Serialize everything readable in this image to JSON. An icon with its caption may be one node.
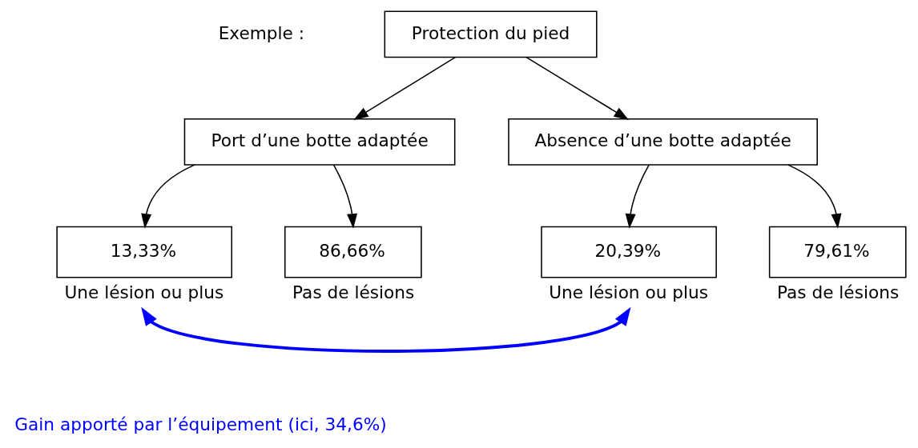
{
  "diagram": {
    "nodes": [
      {
        "text": [
          "Protection du pied"
        ]
      },
      {
        "text": [
          "Port d’une botte adaptée"
        ]
      },
      {
        "text": [
          "Absence d’une botte adaptée"
        ]
      },
      {
        "text": [
          "13,33%"
        ],
        "beside": [
          "Une lésion ou plus"
        ]
      },
      {
        "text": [
          "86,66%"
        ],
        "beside": [
          "Pas de lésions"
        ]
      },
      {
        "text": [
          "20,39%"
        ],
        "beside": [
          "Une lésion ou plus"
        ]
      },
      {
        "text": [
          "79,61%"
        ],
        "beside": [
          "Pas de lésions"
        ]
      }
    ],
    "edges": [
      {
        "from": 0,
        "to": 1,
        "arrow": "to"
      },
      {
        "from": 0,
        "to": 2,
        "arrow": "to"
      },
      {
        "from": 1,
        "to": 3,
        "arrow": "to"
      },
      {
        "from": 1,
        "to": 4,
        "arrow": "to"
      },
      {
        "from": 2,
        "to": 5,
        "arrow": "to"
      },
      {
        "from": 2,
        "to": 6,
        "arrow": "to"
      },
      {
        "from": 3,
        "to": 5,
        "arrow": "both",
        "label": "Gain apporté par l’équipement (ici, 34,6%)",
        "style": "thick",
        "color": "#0000ff"
      }
    ],
    "labels": [
      "Exemple :"
    ]
  }
}
